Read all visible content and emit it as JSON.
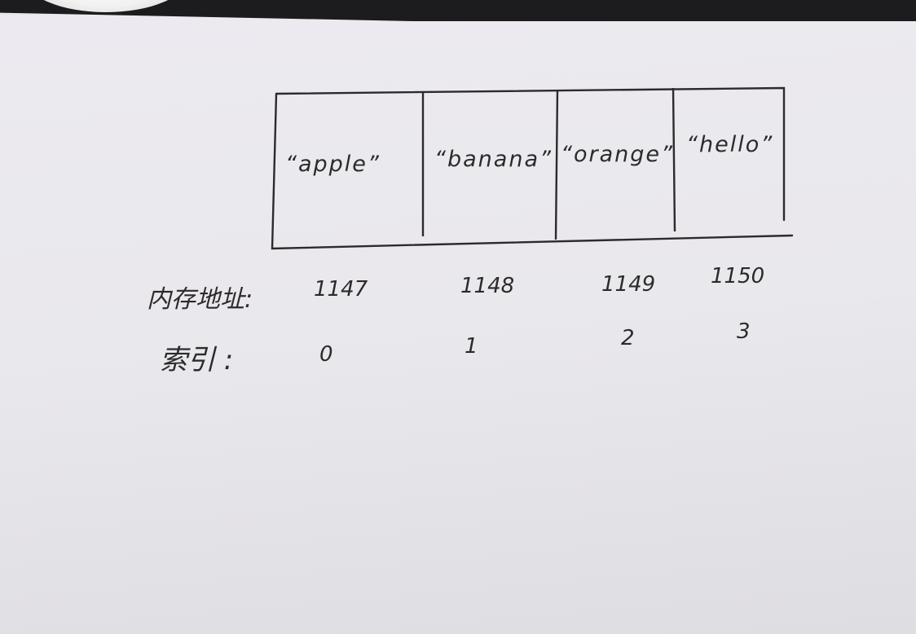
{
  "array": {
    "cells": [
      {
        "value": "“apple”",
        "address": "1147",
        "index": "0"
      },
      {
        "value": "“banana”",
        "address": "1148",
        "index": "1"
      },
      {
        "value": "“orange”",
        "address": "1149",
        "index": "2"
      },
      {
        "value": "“hello”",
        "address": "1150",
        "index": "3"
      }
    ]
  },
  "labels": {
    "address_label": "内存地址:",
    "index_label": "索引 :"
  },
  "colors": {
    "ink": "#2c2a2a",
    "paper": "#e9e8ec"
  }
}
